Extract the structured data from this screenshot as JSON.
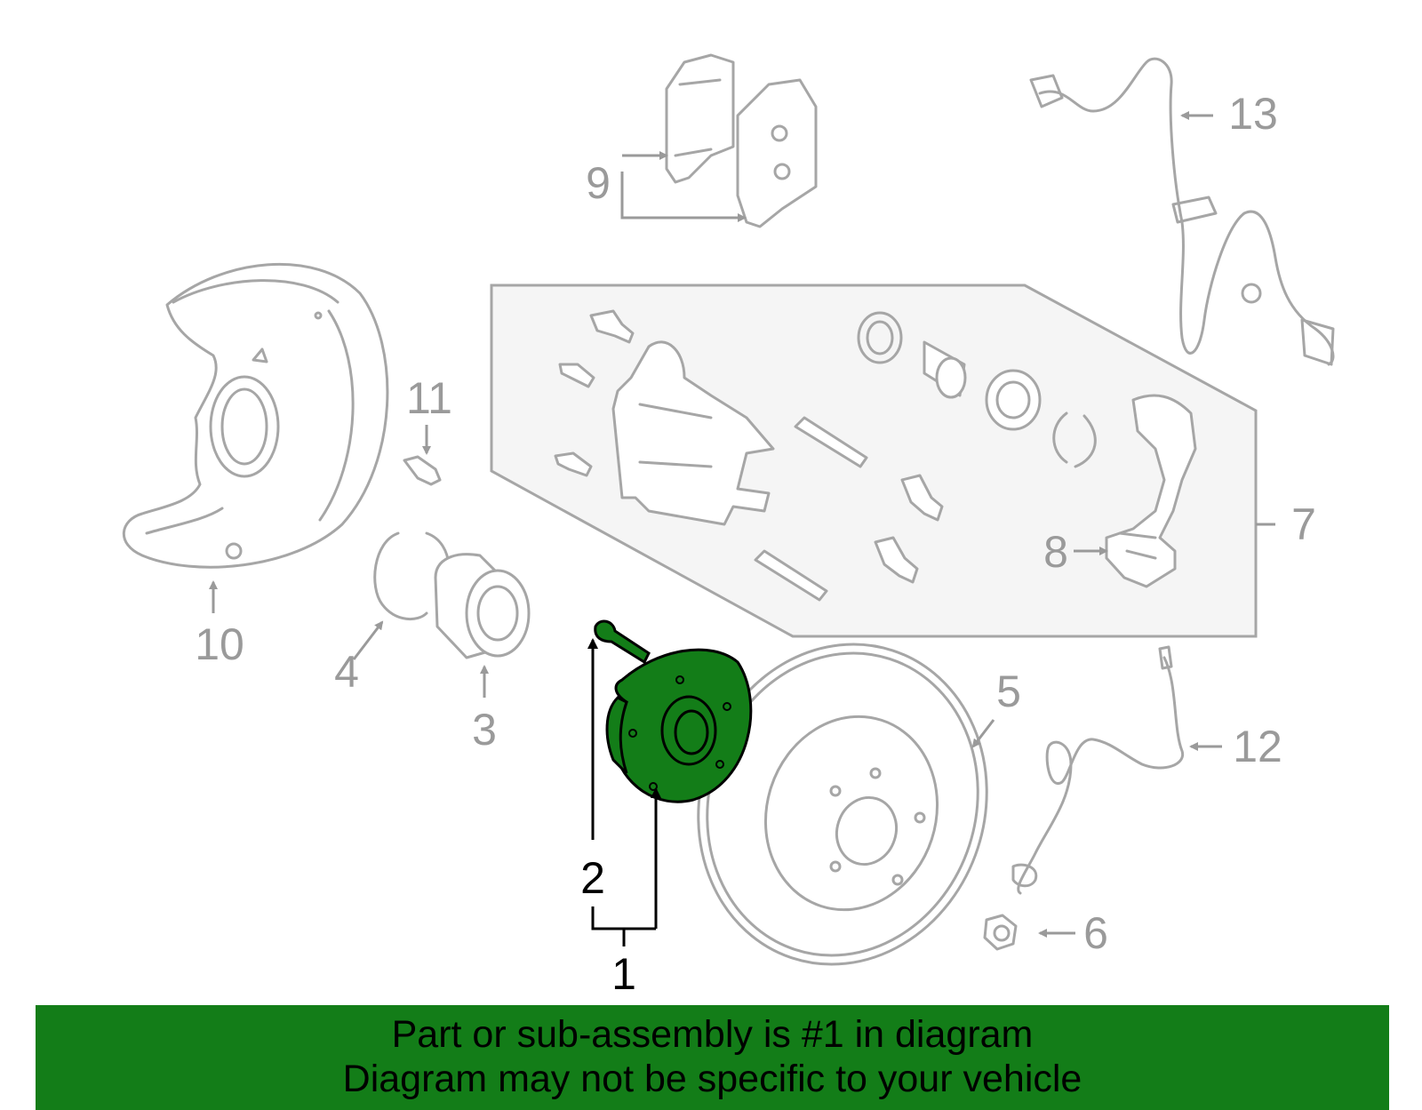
{
  "diagram": {
    "callouts": [
      {
        "num": "1",
        "highlighted": true
      },
      {
        "num": "2",
        "highlighted": true
      },
      {
        "num": "3"
      },
      {
        "num": "4"
      },
      {
        "num": "5"
      },
      {
        "num": "6"
      },
      {
        "num": "7"
      },
      {
        "num": "8"
      },
      {
        "num": "9"
      },
      {
        "num": "10"
      },
      {
        "num": "11"
      },
      {
        "num": "12"
      },
      {
        "num": "13"
      }
    ],
    "highlight_color": "#137d18",
    "part_outline_color": "#a6a6a6"
  },
  "banner": {
    "line1": "Part or sub-assembly is #1 in diagram",
    "line2": "Diagram may not be specific to your vehicle",
    "background": "#137d18"
  }
}
